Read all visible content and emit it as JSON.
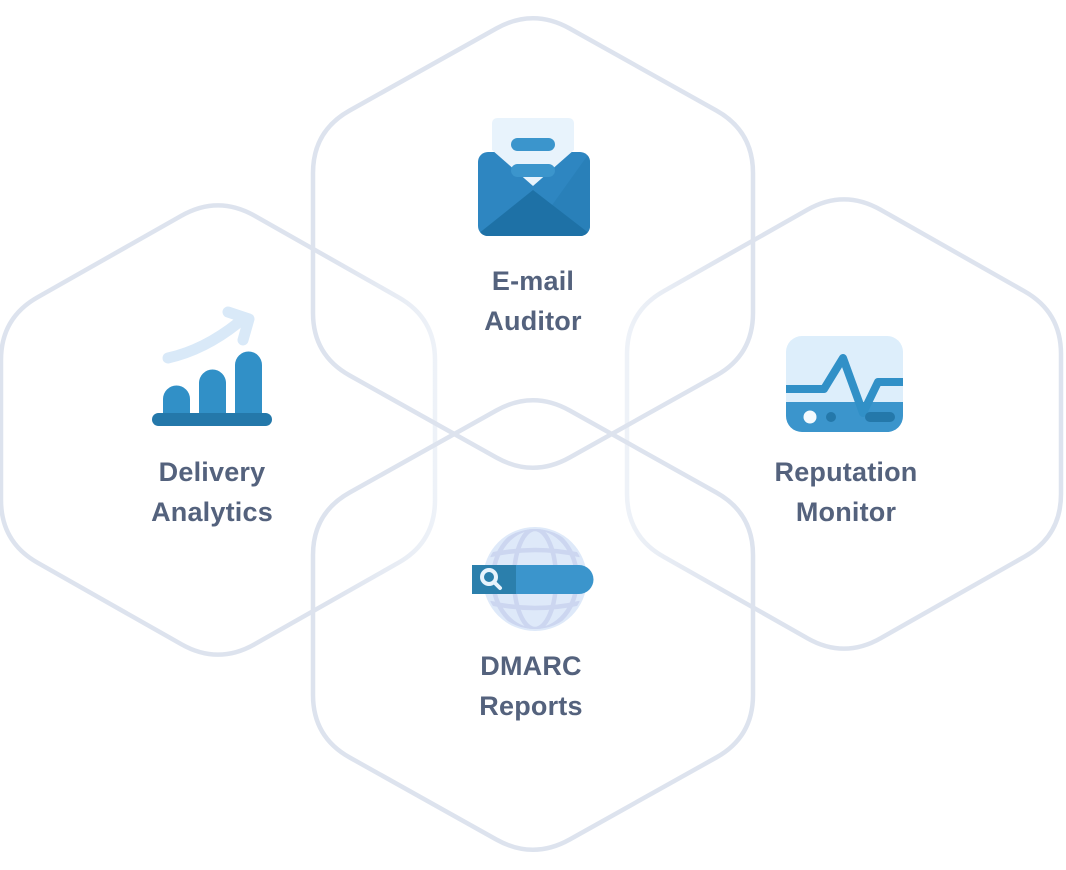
{
  "palette": {
    "hex_stroke": "#dde3ee",
    "hex_stroke_faint": "#eef2f8",
    "label_text": "#54627d",
    "icon_light": "#ddeefb",
    "icon_paper": "#e8f3fc",
    "globe_fill": "#dee9f9",
    "globe_grid": "#ccd6f0",
    "arrow_light": "#d9e9f8",
    "blue_400": "#3b95cc",
    "blue_500": "#3190c7",
    "blue_600": "#2478aa",
    "blue_700": "#1e71a6",
    "envelope_left": "#2e86c1",
    "envelope_right": "#2980b9",
    "search_left": "#2b7fac",
    "white_dot": "#f4fafe"
  },
  "features": {
    "email_auditor": {
      "line1": "E-mail",
      "line2": "Auditor",
      "icon": "open-envelope-letter-icon"
    },
    "delivery_analytics": {
      "line1": "Delivery",
      "line2": "Analytics",
      "icon": "bar-chart-growth-arrow-icon"
    },
    "reputation_monitor": {
      "line1": "Reputation",
      "line2": "Monitor",
      "icon": "heartbeat-monitor-icon"
    },
    "dmarc_reports": {
      "line1": "DMARC",
      "line2": "Reports",
      "icon": "globe-search-bar-icon"
    }
  }
}
